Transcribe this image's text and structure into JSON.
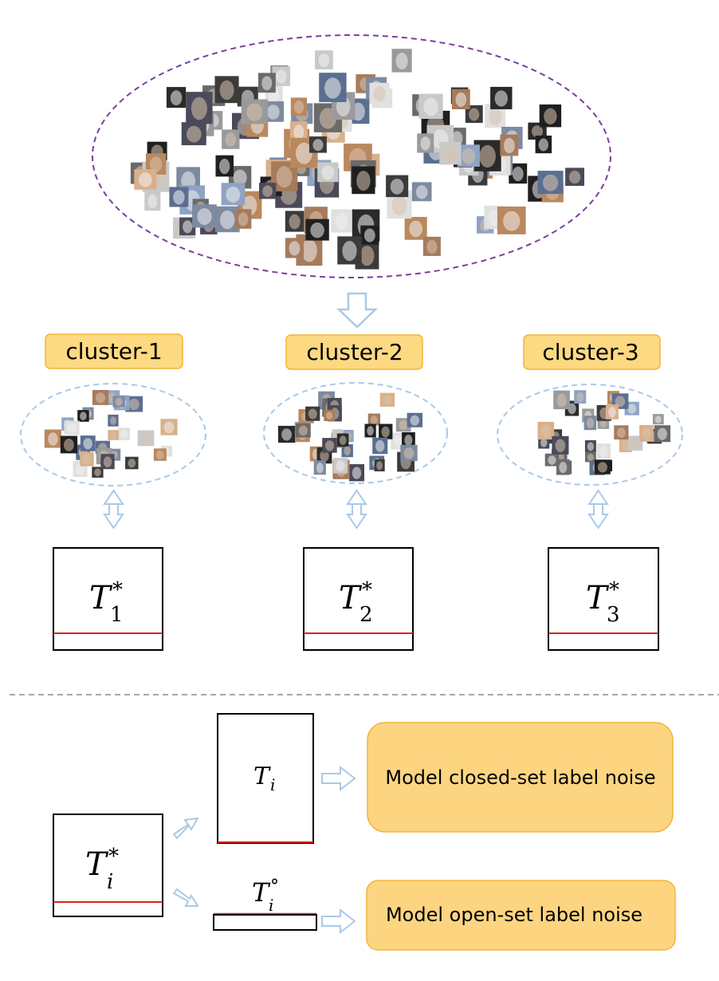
{
  "clusters": [
    {
      "label": "cluster-1",
      "matrix_base": "T",
      "matrix_sup": "*",
      "matrix_sub": "1"
    },
    {
      "label": "cluster-2",
      "matrix_base": "T",
      "matrix_sup": "*",
      "matrix_sub": "2"
    },
    {
      "label": "cluster-3",
      "matrix_base": "T",
      "matrix_sup": "*",
      "matrix_sub": "3"
    }
  ],
  "bottom": {
    "source": {
      "base": "T",
      "sup": "*",
      "sub": "i"
    },
    "closed": {
      "base": "T",
      "sub": "i",
      "label": "Model closed-set label noise"
    },
    "open": {
      "base": "T",
      "sup": "°",
      "sub": "i",
      "label": "Model open-set label noise"
    }
  },
  "colors": {
    "cluster_label_fill": "#fdd981",
    "cluster_label_border": "#f0b53a",
    "model_box_fill": "#fdd581",
    "model_box_border": "#f0b53a",
    "red_line": "#d9241c",
    "arrow": "#a9c9e8",
    "big_ellipse_stroke": "#7a3e9d",
    "small_ellipse_stroke": "#a9c9e8",
    "separator": "#8a8a8a"
  }
}
